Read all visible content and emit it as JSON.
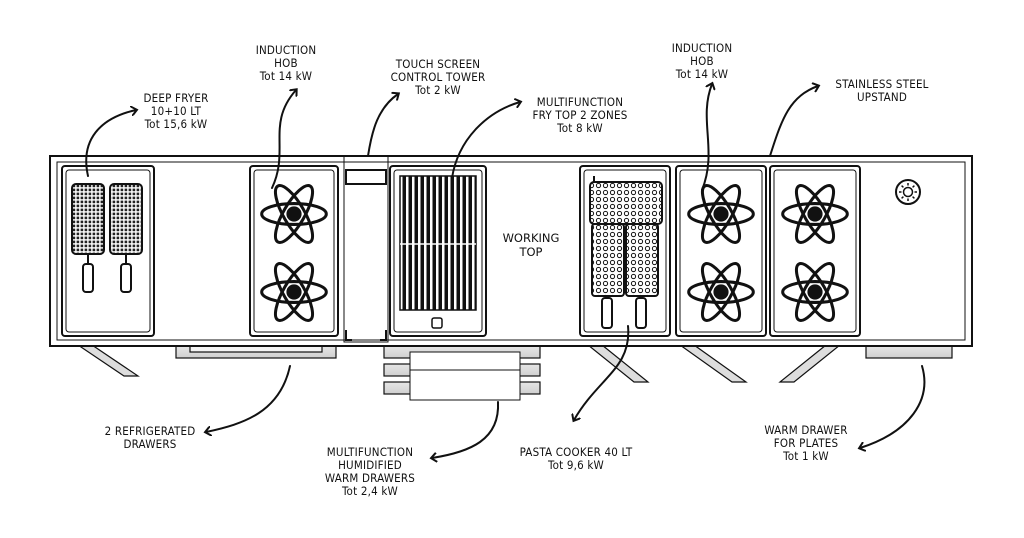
{
  "labels": {
    "deep_fryer": [
      "DEEP FRYER",
      "10+10 LT",
      "Tot 15,6 kW"
    ],
    "induction_hob_left": [
      "INDUCTION",
      "HOB",
      "Tot 14 kW"
    ],
    "touch_screen": [
      "TOUCH SCREEN",
      "CONTROL TOWER",
      "Tot 2 kW"
    ],
    "fry_top": [
      "MULTIFUNCTION",
      "FRY TOP 2 ZONES",
      "Tot 8 kW"
    ],
    "induction_hob_right": [
      "INDUCTION",
      "HOB",
      "Tot 14 kW"
    ],
    "upstand": [
      "STAINLESS STEEL",
      "UPSTAND"
    ],
    "working_top": [
      "WORKING",
      "TOP"
    ],
    "refrigerated_drawers": [
      "2 REFRIGERATED",
      "DRAWERS"
    ],
    "warm_drawers": [
      "MULTIFUNCTION",
      "HUMIDIFIED",
      "WARM DRAWERS",
      "Tot 2,4 kW"
    ],
    "pasta_cooker": [
      "PASTA COOKER 40 LT",
      "Tot 9,6 kW"
    ],
    "warm_drawer_plates": [
      "WARM DRAWER",
      "FOR PLATES",
      "Tot 1 kW"
    ]
  }
}
